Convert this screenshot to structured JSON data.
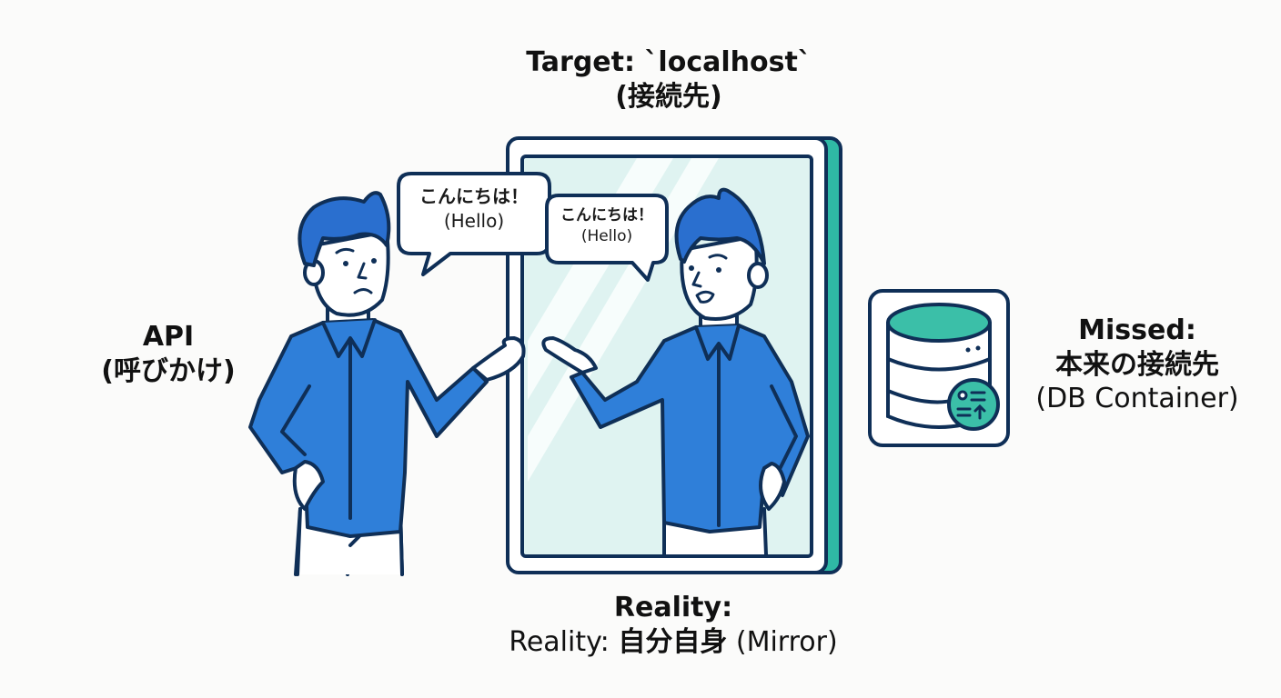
{
  "target": {
    "line1": "Target: `localhost`",
    "line2": "(接続先)"
  },
  "api": {
    "line1": "API",
    "line2": "(呼びかけ)"
  },
  "bubbles": {
    "left": {
      "jp": "こんにちは！",
      "en": "(Hello)"
    },
    "right": {
      "jp": "こんにちは！",
      "en": "(Hello)"
    }
  },
  "missed": {
    "line1": "Missed:",
    "line2": "本来の接続先",
    "line3": "(DB Container)"
  },
  "reality": {
    "line1": "Reality:",
    "line2_prefix": "Reality: ",
    "line2_bold": "自分自身",
    "line2_suffix": " (Mirror)"
  },
  "colors": {
    "outline": "#0f2f57",
    "shirt": "#2f7fd9",
    "hair": "#2a6fcf",
    "mirror_glass": "#dff3f1",
    "mirror_edge": "#2fb9a5",
    "db_teal": "#3bbfa8",
    "background": "#fbfbfa"
  },
  "icons": [
    "person-icon",
    "mirror-icon",
    "speech-bubble-icon",
    "database-icon"
  ]
}
